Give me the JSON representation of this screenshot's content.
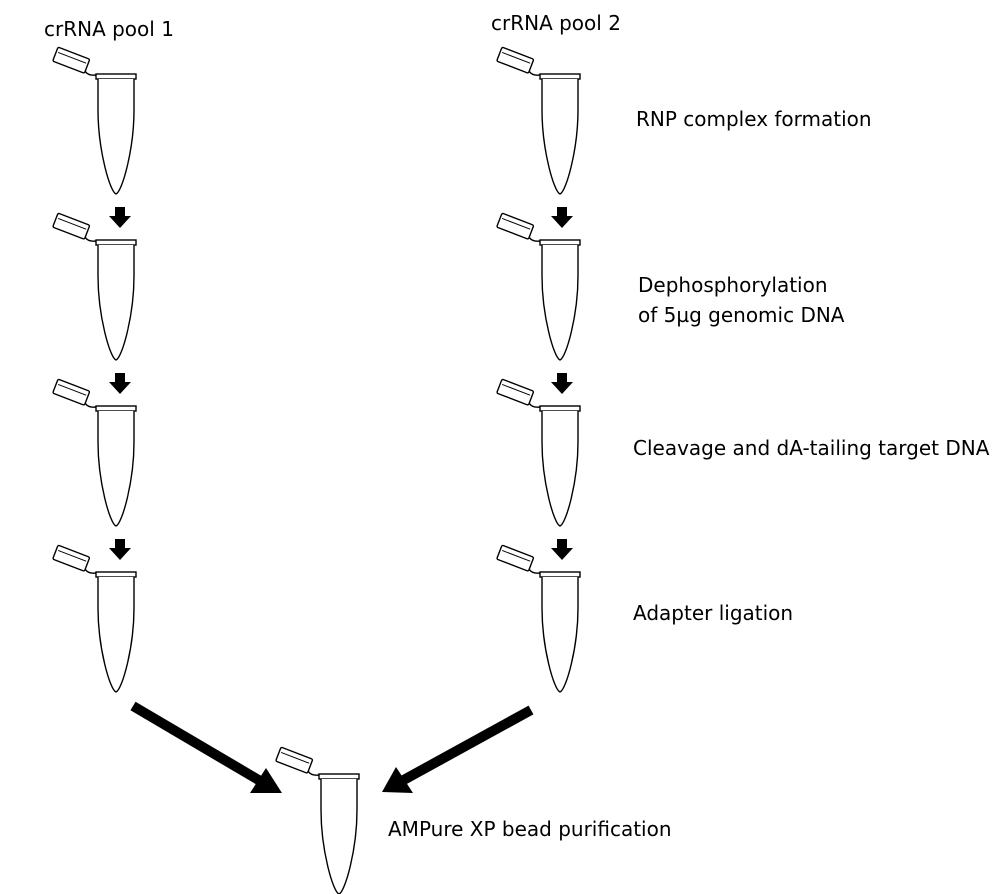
{
  "pools": {
    "pool1": "crRNA pool 1",
    "pool2": "crRNA pool 2"
  },
  "steps": {
    "rnp": "RNP complex formation",
    "dephos": "Dephosphorylation\nof 5µg genomic DNA",
    "cleavage": "Cleavage and dA-tailing target DNA",
    "ligation": "Adapter ligation",
    "purification": "AMPure XP bead purification"
  }
}
